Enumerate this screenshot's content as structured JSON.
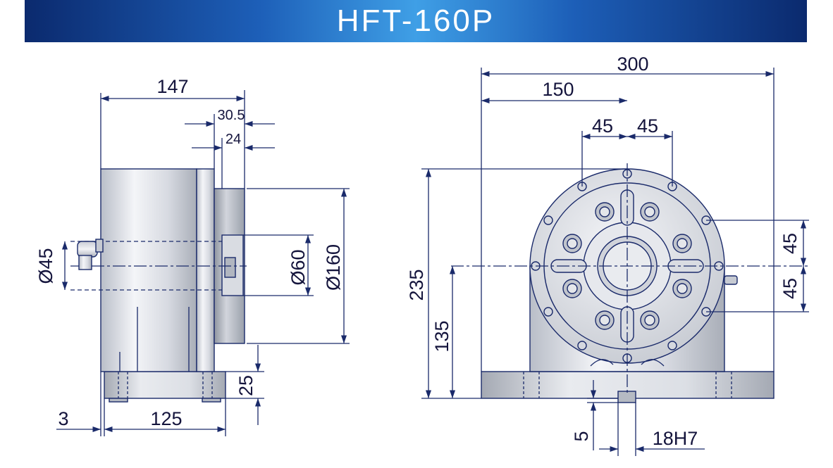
{
  "title": "HFT-160P",
  "side_view": {
    "dim_147": "147",
    "dim_30_5": "30.5",
    "dim_24": "24",
    "dim_d45": "Ø45",
    "dim_d60": "Ø60",
    "dim_d160": "Ø160",
    "dim_25": "25",
    "dim_3": "3",
    "dim_125": "125"
  },
  "front_view": {
    "dim_300": "300",
    "dim_150": "150",
    "dim_45_left": "45",
    "dim_45_right": "45",
    "dim_235": "235",
    "dim_135": "135",
    "dim_45_upper": "45",
    "dim_45_lower": "45",
    "dim_5": "5",
    "dim_18h7": "18H7"
  },
  "colors": {
    "banner_dark": "#0b2a6e",
    "banner_light": "#3f9fe6",
    "line": "#1a2a6a"
  }
}
